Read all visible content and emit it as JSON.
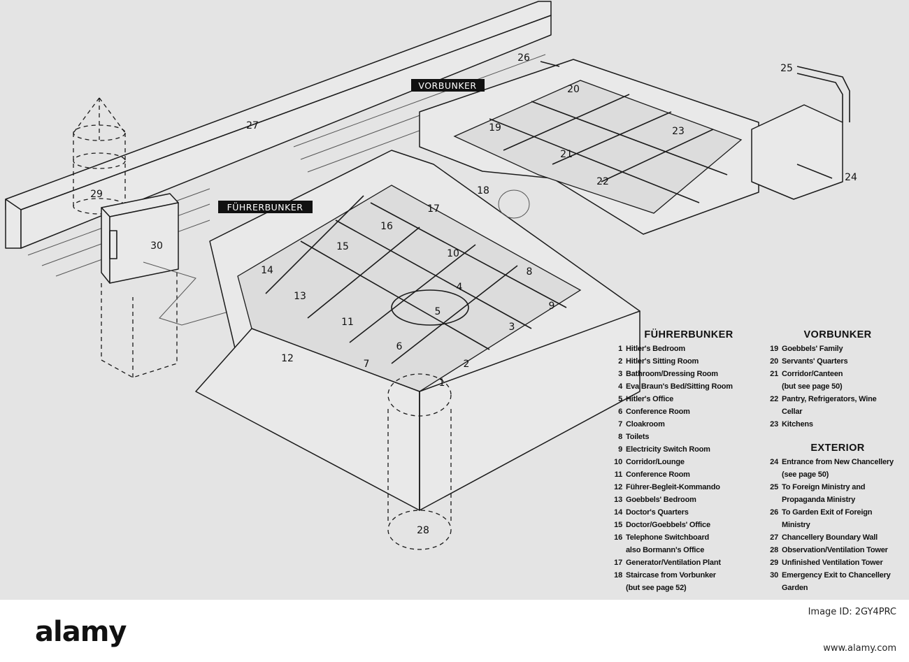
{
  "diagram": {
    "section_tags": {
      "vorbunker": "VORBUNKER",
      "fuhrerbunker": "FÜHRERBUNKER"
    },
    "room_numbers": [
      "1",
      "2",
      "3",
      "4",
      "5",
      "6",
      "7",
      "8",
      "9",
      "10",
      "11",
      "12",
      "13",
      "14",
      "15",
      "16",
      "17",
      "18",
      "19",
      "20",
      "21",
      "22",
      "23",
      "24",
      "25",
      "26",
      "27",
      "28",
      "29",
      "30"
    ]
  },
  "legend": {
    "fuhrerbunker": {
      "title": "FÜHRERBUNKER",
      "items": [
        {
          "n": "1",
          "text": "Hitler's Bedroom"
        },
        {
          "n": "2",
          "text": "Hitler's Sitting Room"
        },
        {
          "n": "3",
          "text": "Bathroom/Dressing Room"
        },
        {
          "n": "4",
          "text": "Eva Braun's Bed/Sitting Room"
        },
        {
          "n": "5",
          "text": "Hitler's Office"
        },
        {
          "n": "6",
          "text": "Conference Room"
        },
        {
          "n": "7",
          "text": "Cloakroom"
        },
        {
          "n": "8",
          "text": "Toilets"
        },
        {
          "n": "9",
          "text": "Electricity Switch Room"
        },
        {
          "n": "10",
          "text": "Corridor/Lounge"
        },
        {
          "n": "11",
          "text": "Conference Room"
        },
        {
          "n": "12",
          "text": "Führer-Begleit-Kommando"
        },
        {
          "n": "13",
          "text": "Goebbels' Bedroom"
        },
        {
          "n": "14",
          "text": "Doctor's Quarters"
        },
        {
          "n": "15",
          "text": "Doctor/Goebbels' Office"
        },
        {
          "n": "16",
          "text": "Telephone Switchboard",
          "cont": "also Bormann's Office"
        },
        {
          "n": "17",
          "text": "Generator/Ventilation Plant"
        },
        {
          "n": "18",
          "text": "Staircase from Vorbunker",
          "cont": "(but see page 52)"
        }
      ]
    },
    "vorbunker": {
      "title": "VORBUNKER",
      "items": [
        {
          "n": "19",
          "text": "Goebbels' Family"
        },
        {
          "n": "20",
          "text": "Servants' Quarters"
        },
        {
          "n": "21",
          "text": "Corridor/Canteen",
          "cont": "(but see page 50)"
        },
        {
          "n": "22",
          "text": "Pantry, Refrigerators, Wine",
          "cont": "Cellar"
        },
        {
          "n": "23",
          "text": "Kitchens"
        }
      ]
    },
    "exterior": {
      "title": "EXTERIOR",
      "items": [
        {
          "n": "24",
          "text": "Entrance from New Chancellery",
          "cont": "(see page 50)"
        },
        {
          "n": "25",
          "text": "To Foreign Ministry and",
          "cont": "Propaganda Ministry"
        },
        {
          "n": "26",
          "text": "To Garden Exit of Foreign",
          "cont": "Ministry"
        },
        {
          "n": "27",
          "text": "Chancellery Boundary Wall"
        },
        {
          "n": "28",
          "text": "Observation/Ventilation Tower"
        },
        {
          "n": "29",
          "text": "Unfinished Ventilation Tower"
        },
        {
          "n": "30",
          "text": "Emergency Exit to Chancellery",
          "cont": "Garden"
        }
      ]
    }
  },
  "watermark": {
    "brand": "alamy",
    "image_id": "Image ID: 2GY4PRC",
    "url": "www.alamy.com"
  }
}
